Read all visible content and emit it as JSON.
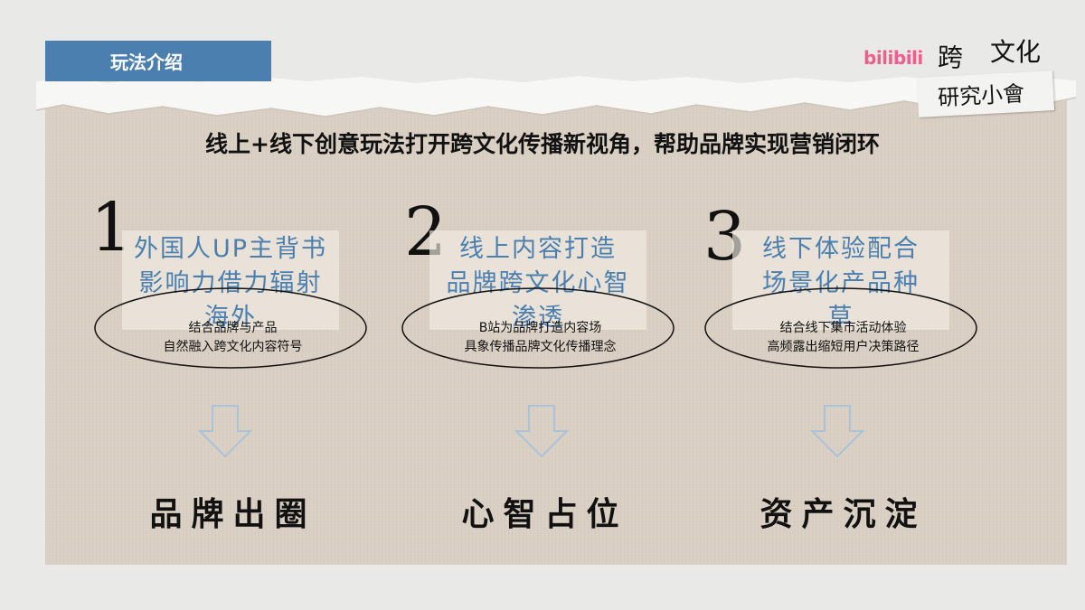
{
  "header": {
    "tag_label": "玩法介绍"
  },
  "logo": {
    "brand": "bilibili",
    "word1": "跨",
    "word2": "文化",
    "word3": "研究小會"
  },
  "headline": "线上+线下创意玩法打开跨文化传播新视角，帮助品牌实现营销闭环",
  "columns": [
    {
      "number": "1",
      "title_line1": "外国人UP主背书",
      "title_line2": "影响力借力辐射",
      "title_line3": "海外",
      "sub_line1": "结合品牌与产品",
      "sub_line2": "自然融入跨文化内容符号",
      "result": "品牌出圈"
    },
    {
      "number": "2",
      "title_line1": "线上内容打造",
      "title_line2": "品牌跨文化心智",
      "title_line3": "渗透",
      "sub_line1": "B站为品牌打造内容场",
      "sub_line2": "具象传播品牌文化传播理念",
      "result": "心智占位"
    },
    {
      "number": "3",
      "title_line1": "线下体验配合",
      "title_line2": "场景化产品种",
      "title_line3": "草",
      "sub_line1": "结合线下集市活动体验",
      "sub_line2": "高频露出缩短用户决策路径",
      "result": "资产沉淀"
    }
  ],
  "colors": {
    "accent": "#4a7fb0",
    "brand_pink": "#f25d8e",
    "arrow": "#a9c3da",
    "paper": "#d9cfc3"
  }
}
